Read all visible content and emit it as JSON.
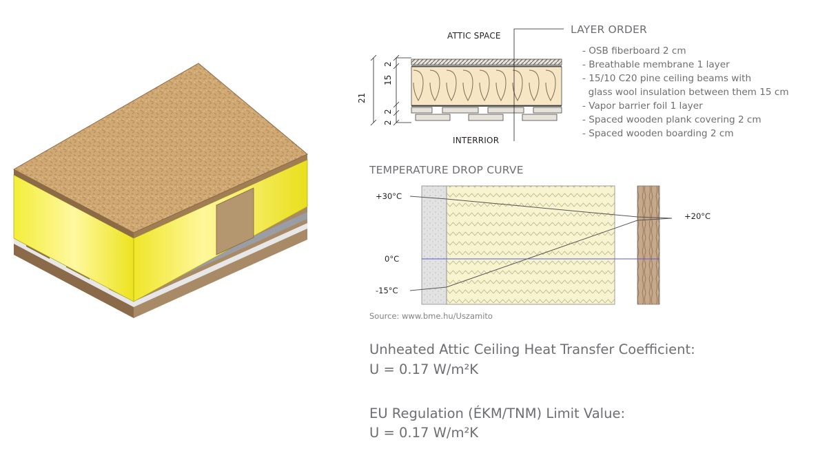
{
  "section": {
    "attic_label": "ATTIC SPACE",
    "interior_label": "INTERRIOR",
    "dims": {
      "total": "21",
      "top": "2",
      "middle": "15",
      "bottom1": "2",
      "bottom2": "2"
    }
  },
  "layers": {
    "title": "LAYER ORDER",
    "items": [
      "- OSB fiberboard 2 cm",
      "- Breathable membrane 1 layer",
      "- 15/10 C20 pine ceiling beams with",
      "  glass wool insulation between them 15 cm",
      "- Vapor barrier foil 1 layer",
      "- Spaced wooden plank covering 2 cm",
      "- Spaced wooden boarding 2 cm"
    ]
  },
  "temperature": {
    "title": "TEMPERATURE DROP CURVE",
    "labels": {
      "plus30": "+30°C",
      "plus20": "+20°C",
      "zero": "0°C",
      "minus15": "-15°C"
    },
    "source": "Source: www.bme.hu/Uszamito"
  },
  "values": {
    "u_label": "Unheated Attic Ceiling Heat Transfer Coefficient:",
    "u_value": "U = 0.17 W/m²K",
    "eu_label": "EU Regulation (ÉKM/TNM) Limit Value:",
    "eu_value": "U = 0.17 W/m²K"
  },
  "colors": {
    "osb": "#c9a46e",
    "insulation_yellow": "#ede82a",
    "glass_wool": "#f7e8c6",
    "wood": "#a98f6f",
    "concrete": "#dcdcdc",
    "zero_line": "#5a5ad6"
  }
}
